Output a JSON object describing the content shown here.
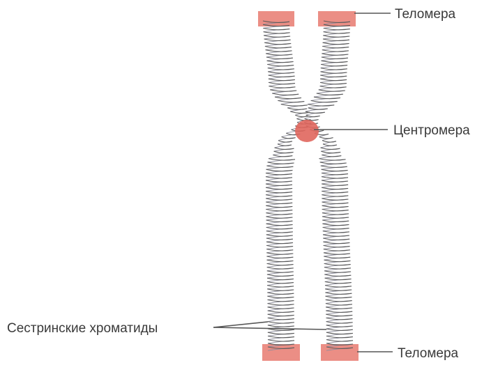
{
  "labels": {
    "telomere_top": "Теломера",
    "centromere": "Центромера",
    "telomere_bottom": "Теломера",
    "sister_chromatids": "Сестринские хроматиды"
  },
  "colors": {
    "telomere": "#e87a70",
    "centromere": "#e0665d",
    "chromatid_coil": "#5a5a5a",
    "label_text": "#3a3a3a"
  }
}
